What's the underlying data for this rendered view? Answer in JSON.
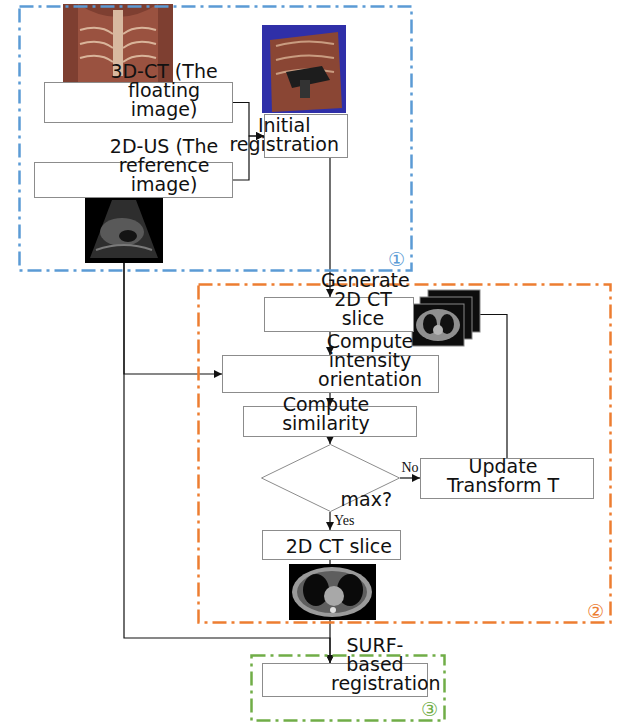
{
  "diagram": {
    "nodes": [
      {
        "text": [
          "①"
        ]
      },
      {
        "text": [
          "3D-CT (The floating image)"
        ],
        "in": 0
      },
      {
        "text": [
          "2D-US (The reference image)"
        ],
        "in": 0
      },
      {
        "text": [
          "Initial registration"
        ],
        "in": 0
      },
      {
        "text": [
          "②"
        ]
      },
      {
        "text": [
          "Generate 2D CT slice"
        ],
        "in": 4
      },
      {
        "text": [
          "Compute intensity orientation"
        ],
        "in": 4
      },
      {
        "text": [
          "Compute similarity"
        ],
        "in": 4
      },
      {
        "text": [
          "max?"
        ],
        "in": 4
      },
      {
        "text": [
          "Update Transform T"
        ],
        "in": 4
      },
      {
        "text": [
          "2D CT slice"
        ],
        "in": 4
      },
      {
        "text": [
          "③"
        ]
      },
      {
        "text": [
          "SURF-based registration"
        ],
        "in": 11
      }
    ],
    "edges": [
      {
        "from": 1,
        "to": 3,
        "arrow": "to"
      },
      {
        "from": 2,
        "to": 3,
        "arrow": "to"
      },
      {
        "from": 3,
        "to": 5,
        "arrow": "to"
      },
      {
        "from": 5,
        "to": 6,
        "arrow": "to"
      },
      {
        "from": 6,
        "to": 7,
        "arrow": "to"
      },
      {
        "from": 7,
        "to": 8,
        "arrow": "to"
      },
      {
        "from": 8,
        "to": 9,
        "label": "No",
        "arrow": "to"
      },
      {
        "from": 9,
        "to": 5,
        "arrow": "to"
      },
      {
        "from": 8,
        "to": 10,
        "label": "Yes",
        "arrow": "to"
      },
      {
        "from": 2,
        "to": 6,
        "arrow": "to"
      },
      {
        "from": 2,
        "to": 12,
        "arrow": "to"
      },
      {
        "from": 10,
        "to": 12,
        "arrow": "to"
      }
    ]
  }
}
